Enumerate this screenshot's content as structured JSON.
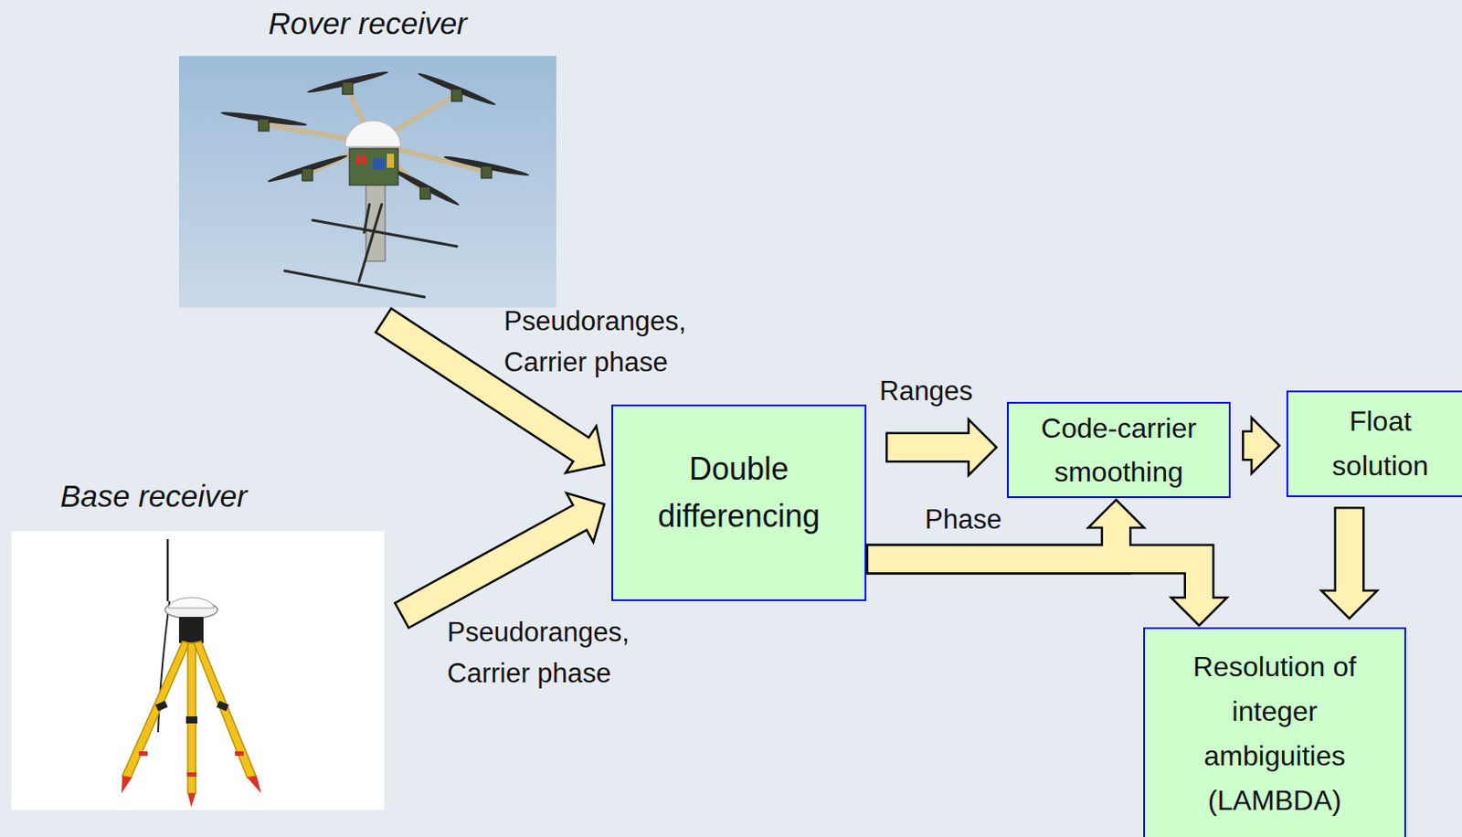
{
  "diagram": {
    "nodes": [
      {
        "text": [
          "Rover receiver"
        ]
      },
      {
        "text": [
          "Base receiver"
        ]
      },
      {
        "text": [
          "Double differencing"
        ]
      },
      {
        "text": [
          "Code-carrier smoothing"
        ]
      },
      {
        "text": [
          "Float solution"
        ]
      },
      {
        "text": [
          "Resolution of integer ambiguities (LAMBDA)"
        ]
      }
    ],
    "edges": [
      {
        "from": 0,
        "to": 2,
        "label": "Pseudoranges, Carrier phase",
        "arrow": "to"
      },
      {
        "from": 1,
        "to": 2,
        "label": "Pseudoranges, Carrier phase",
        "arrow": "to"
      },
      {
        "from": 2,
        "to": 3,
        "label": "Ranges",
        "arrow": "to"
      },
      {
        "from": 2,
        "to": 3,
        "arrow": "to"
      },
      {
        "from": 2,
        "to": 5,
        "label": "Phase",
        "arrow": "to"
      },
      {
        "from": 3,
        "to": 4,
        "arrow": "to"
      },
      {
        "from": 4,
        "to": 5,
        "arrow": "to"
      }
    ]
  }
}
